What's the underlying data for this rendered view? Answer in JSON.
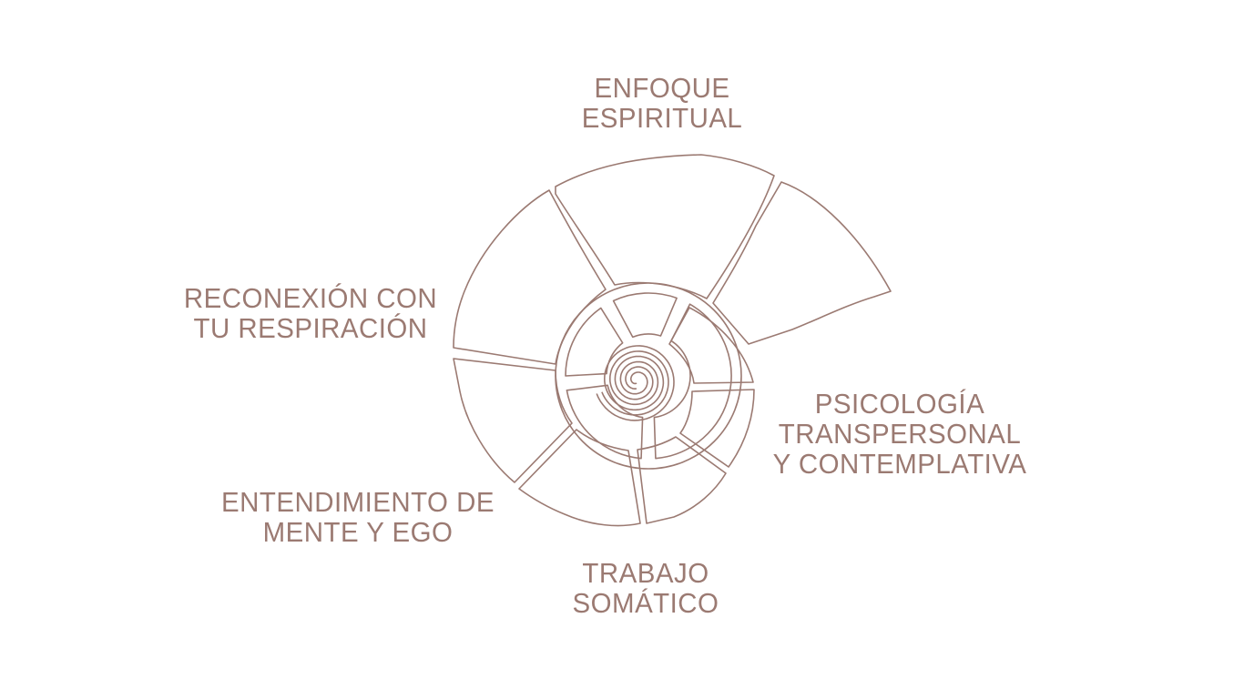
{
  "colors": {
    "stroke": "#9b7a72",
    "text": "#9b7a72",
    "background": "#ffffff"
  },
  "labels": {
    "spiritual": {
      "lines": [
        "ENFOQUE",
        "ESPIRITUAL"
      ]
    },
    "breathing": {
      "lines": [
        "RECONEXIÓN CON",
        "TU RESPIRACIÓN"
      ]
    },
    "psychology": {
      "lines": [
        "PSICOLOGÍA",
        "TRANSPERSONAL",
        "Y CONTEMPLATIVA"
      ]
    },
    "mind_ego": {
      "lines": [
        "ENTENDIMIENTO DE",
        "MENTE Y EGO"
      ]
    },
    "somatic": {
      "lines": [
        "TRABAJO",
        "SOMÁTICO"
      ]
    }
  }
}
